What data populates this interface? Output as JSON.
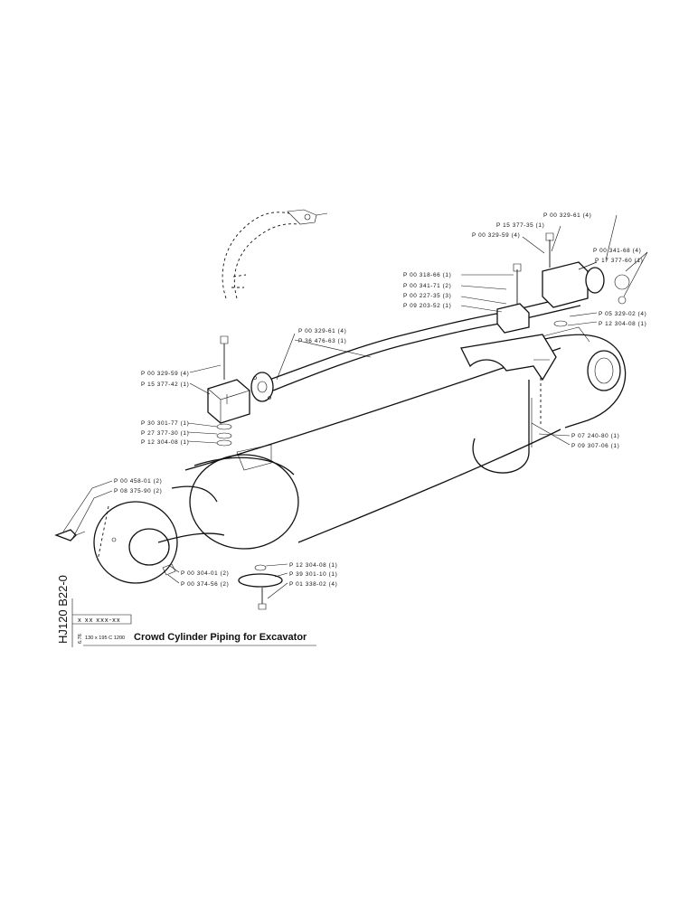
{
  "title": "Crowd Cylinder Piping for Excavator",
  "drawing_code_vertical": "HJ120 B22-0",
  "reference_box": "x xx xxx-xx",
  "format_text": "130 x 195  C 1200",
  "side_mark": "6.76",
  "callouts": [
    {
      "id": "c1",
      "text": "P 00 329-61 (4)"
    },
    {
      "id": "c2",
      "text": "P 15 377-35 (1)"
    },
    {
      "id": "c3",
      "text": "P 00 329-59 (4)"
    },
    {
      "id": "c4",
      "text": "P 00 341-68 (4)"
    },
    {
      "id": "c5",
      "text": "P 17 377-60 (1)"
    },
    {
      "id": "c6",
      "text": "P 00 318-66 (1)"
    },
    {
      "id": "c7",
      "text": "P 00 341-71 (2)"
    },
    {
      "id": "c8",
      "text": "P 00 227-35 (3)"
    },
    {
      "id": "c9",
      "text": "P 09 203-52 (1)"
    },
    {
      "id": "c10",
      "text": "P 05 329-02 (4)"
    },
    {
      "id": "c11",
      "text": "P 12 304-08 (1)"
    },
    {
      "id": "c12",
      "text": "P 00 329-61 (4)"
    },
    {
      "id": "c13",
      "text": "P 36 476-63 (1)"
    },
    {
      "id": "c14",
      "text": "P 00 329-59 (4)"
    },
    {
      "id": "c15",
      "text": "P 15 377-42 (1)"
    },
    {
      "id": "c16",
      "text": "P 30 301-77 (1)"
    },
    {
      "id": "c17",
      "text": "P 27 377-30 (1)"
    },
    {
      "id": "c18",
      "text": "P 12 304-08 (1)"
    },
    {
      "id": "c19",
      "text": "P 07 240-80 (1)"
    },
    {
      "id": "c20",
      "text": "P 09 307-06 (1)"
    },
    {
      "id": "c21",
      "text": "P 00 458-01 (2)"
    },
    {
      "id": "c22",
      "text": "P 08 375-90 (2)"
    },
    {
      "id": "c23",
      "text": "P 12 304-08 (1)"
    },
    {
      "id": "c24",
      "text": "P 39 301-10 (1)"
    },
    {
      "id": "c25",
      "text": "P 01 338-02 (4)"
    },
    {
      "id": "c26",
      "text": "P 00 304-01 (2)"
    },
    {
      "id": "c27",
      "text": "P 00 374-56 (2)"
    }
  ]
}
